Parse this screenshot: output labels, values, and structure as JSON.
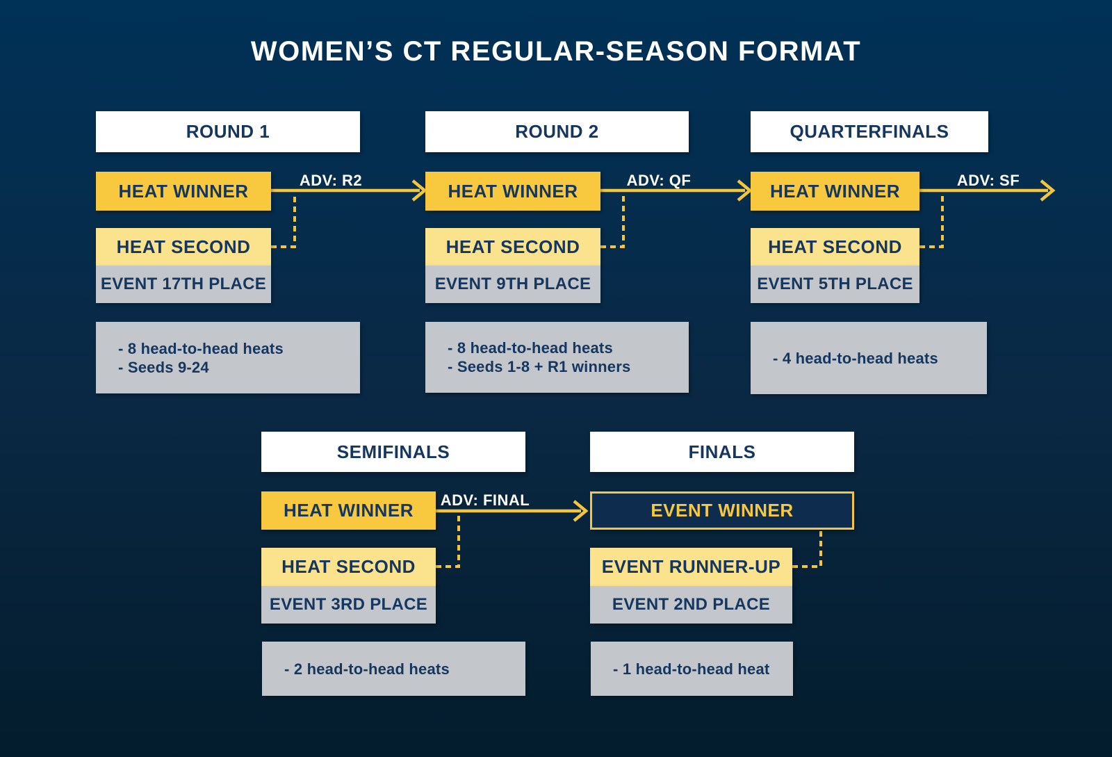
{
  "title": "WOMEN’S CT REGULAR-SEASON FORMAT",
  "colors": {
    "background_top": "#003157",
    "background_bottom": "#031c2d",
    "gold": "#f8c93f",
    "pale_gold": "#fbe28c",
    "gray": "#c3c6ca",
    "navy_text": "#14365f",
    "white": "#ffffff",
    "arrow_gold": "#f4c63e",
    "event_winner_fill": "#0d2c4e"
  },
  "columns": [
    {
      "header": "ROUND 1",
      "winner": "HEAT WINNER",
      "second": "HEAT SECOND",
      "place": "EVENT 17TH PLACE",
      "adv": "ADV: R2",
      "notes": [
        "- 8 head-to-head heats",
        "- Seeds 9-24"
      ]
    },
    {
      "header": "ROUND 2",
      "winner": "HEAT WINNER",
      "second": "HEAT SECOND",
      "place": "EVENT 9TH PLACE",
      "adv": "ADV: QF",
      "notes": [
        "- 8 head-to-head heats",
        "- Seeds 1-8 + R1 winners"
      ]
    },
    {
      "header": "QUARTERFINALS",
      "winner": "HEAT WINNER",
      "second": "HEAT SECOND",
      "place": "EVENT 5TH PLACE",
      "adv": "ADV: SF",
      "notes": [
        "- 4 head-to-head heats"
      ]
    },
    {
      "header": "SEMIFINALS",
      "winner": "HEAT WINNER",
      "second": "HEAT SECOND",
      "place": "EVENT 3RD PLACE",
      "adv": "ADV: FINAL",
      "notes": [
        "- 2 head-to-head heats"
      ]
    },
    {
      "header": "FINALS",
      "winner": "EVENT WINNER",
      "second": "EVENT RUNNER-UP",
      "place": "EVENT 2ND PLACE",
      "notes": [
        "- 1 head-to-head heat"
      ]
    }
  ]
}
